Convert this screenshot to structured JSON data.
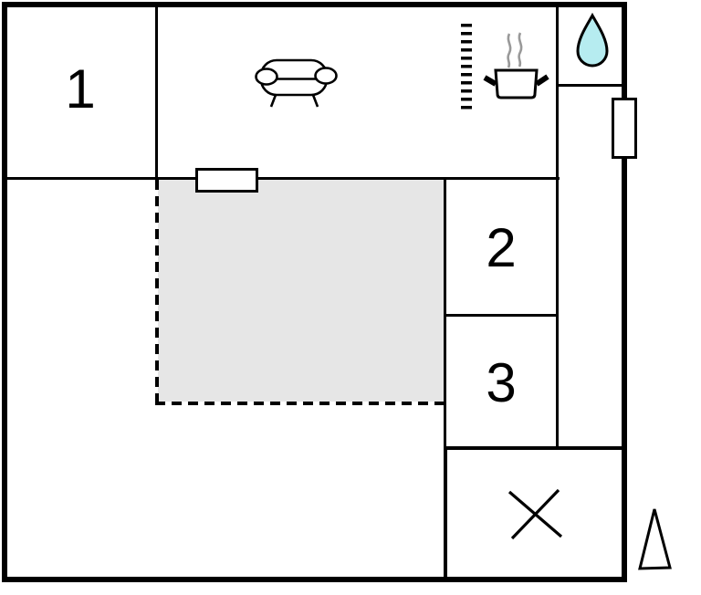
{
  "rooms": {
    "room1": {
      "label": "1"
    },
    "room2": {
      "label": "2"
    },
    "room3": {
      "label": "3"
    }
  },
  "colors": {
    "wall": "#000000",
    "background": "#ffffff",
    "terrace_fill": "#e6e6e6",
    "water_drop_fill": "#b6ecf0",
    "steam": "#999999"
  },
  "icons": {
    "sofa": "sofa-icon",
    "cooking_pot": "cooking-pot-icon",
    "steam": "steam-lines-icon",
    "kitchen_dashes": "kitchen-dashed-line-icon",
    "water_drop": "water-drop-icon",
    "cross": "cross-icon",
    "north_arrow": "north-arrow-icon",
    "door": "door-marker",
    "window": "window-marker"
  }
}
